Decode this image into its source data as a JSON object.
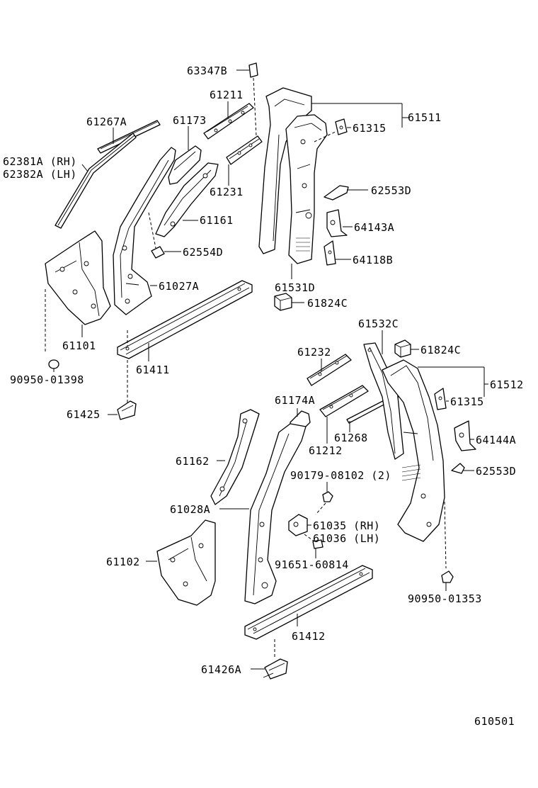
{
  "diagram": {
    "page_code": "610501",
    "labels": {
      "p63347B": "63347B",
      "p61211": "61211",
      "p61511": "61511",
      "p61315_top": "61315",
      "p61267A": "61267A",
      "p61173": "61173",
      "p62381A": "62381A (RH)",
      "p62382A": "62382A (LH)",
      "p61231": "61231",
      "p62553D_top": "62553D",
      "p61161": "61161",
      "p64143A": "64143A",
      "p62554D": "62554D",
      "p64118B": "64118B",
      "p61027A": "61027A",
      "p61531D": "61531D",
      "p61824C_top": "61824C",
      "p61101": "61101",
      "p61532C": "61532C",
      "p61232": "61232",
      "p61824C_mid": "61824C",
      "p61411": "61411",
      "p90950_01398": "90950-01398",
      "p61512": "61512",
      "p61174A": "61174A",
      "p61315_mid": "61315",
      "p61425": "61425",
      "p61268": "61268",
      "p61212": "61212",
      "p64144A": "64144A",
      "p61162": "61162",
      "p62553D_mid": "62553D",
      "p90179_08102": "90179-08102 (2)",
      "p61028A": "61028A",
      "p61035": "61035 (RH)",
      "p61036": "61036 (LH)",
      "p61102": "61102",
      "p91651_60814": "91651-60814",
      "p90950_01353": "90950-01353",
      "p61412": "61412",
      "p61426A": "61426A"
    }
  }
}
